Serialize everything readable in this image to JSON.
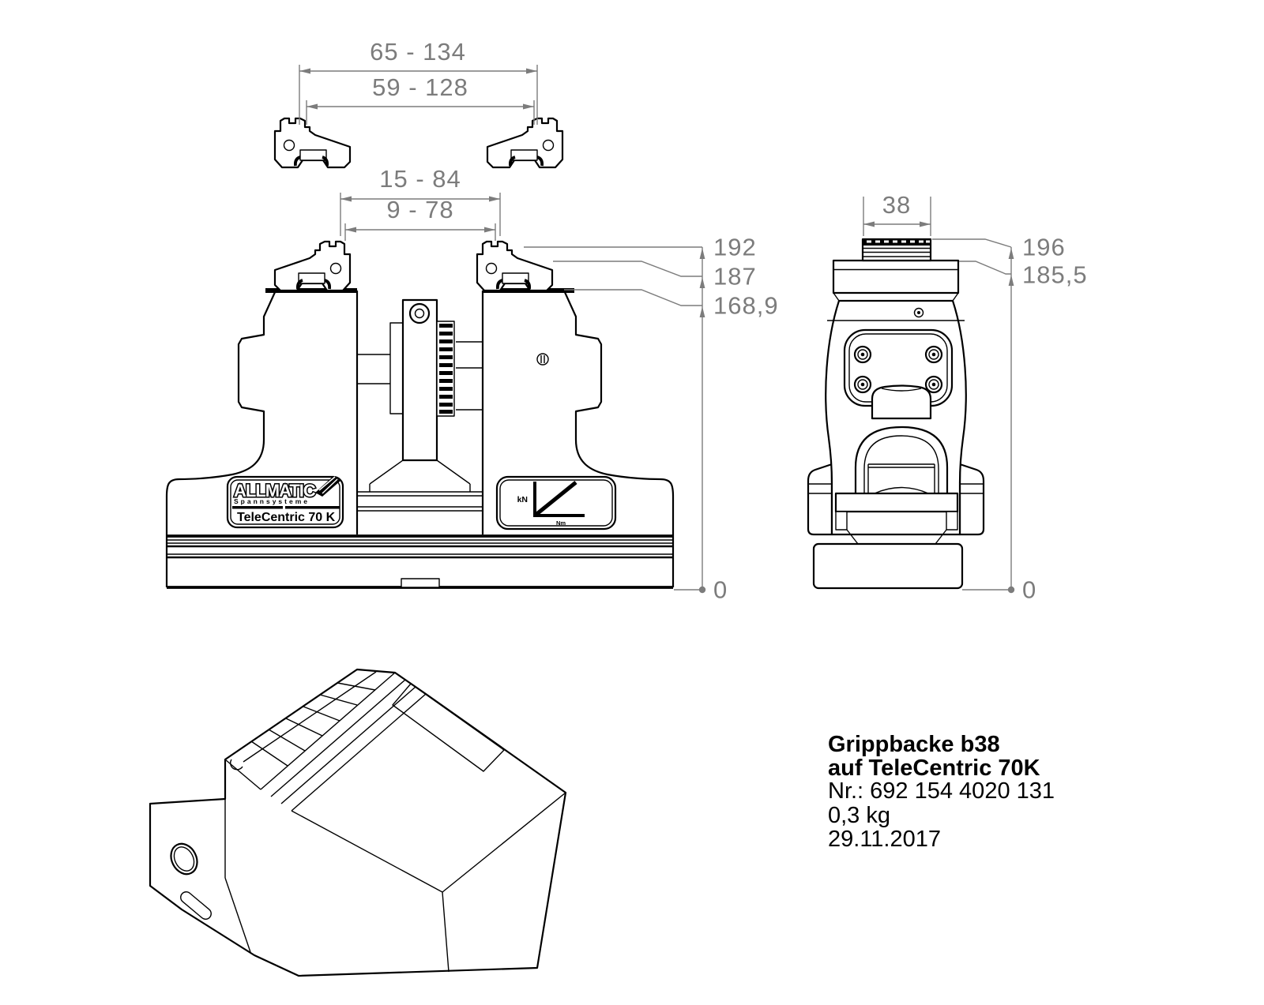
{
  "colors": {
    "line": "#000000",
    "dim": "#7c7c7c"
  },
  "dims": {
    "top_outer": "65 - 134",
    "top_inner": "59 - 128",
    "mid_outer": "15 - 84",
    "mid_inner": "9 - 78",
    "side_width": "38"
  },
  "front": {
    "h1": "192",
    "h2": "187",
    "h3": "168,9",
    "zero": "0"
  },
  "side": {
    "h1": "196",
    "h2": "185,5",
    "zero": "0"
  },
  "logo": {
    "brand": "ALLMATIC",
    "sub": "Spannsysteme",
    "model": "TeleCentric 70 K"
  },
  "force_plate": {
    "y": "kN",
    "x": "Nm"
  },
  "info": {
    "line1": "Grippbacke b38",
    "line2": "auf TeleCentric 70K",
    "line3": "Nr.: 692 154 4020 131",
    "line4": "0,3 kg",
    "line5": "29.11.2017"
  }
}
